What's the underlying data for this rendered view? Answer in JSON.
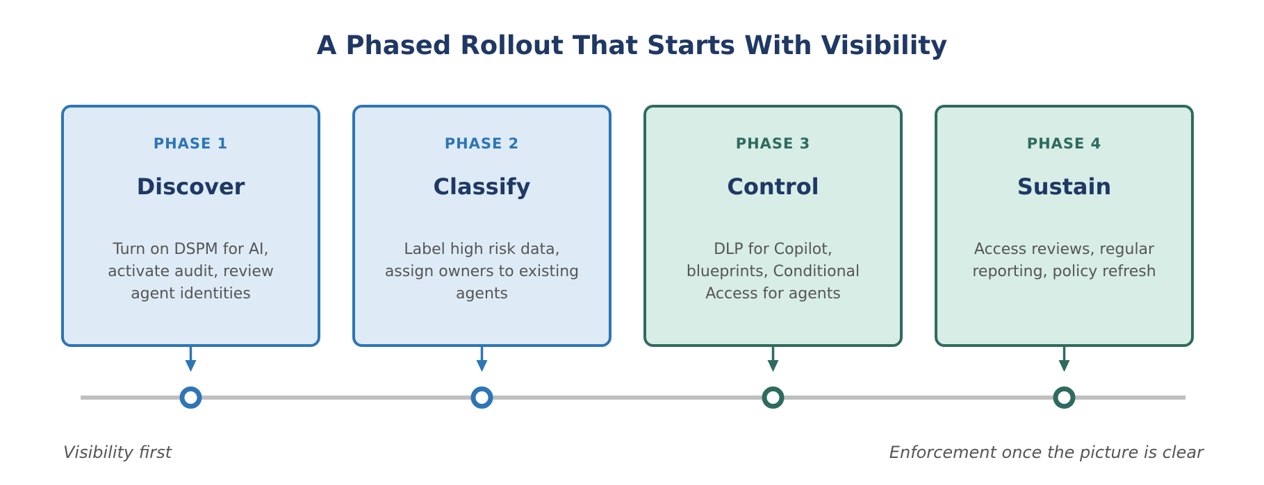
{
  "title": "A Phased Rollout That Starts With Visibility",
  "colors": {
    "blue": "#2e75b6",
    "blue_fill": "#deebf7",
    "green": "#2e6b5e",
    "green_fill": "#d7ede6",
    "timeline": "#bfbfbf",
    "title": "#1f3864",
    "body_text": "#555555"
  },
  "phases": [
    {
      "phase_label": "PHASE 1",
      "name": "Discover",
      "description": "Turn on DSPM for AI, activate audit, review agent identities",
      "color": "blue"
    },
    {
      "phase_label": "PHASE 2",
      "name": "Classify",
      "description": "Label high risk data, assign owners to existing agents",
      "color": "blue"
    },
    {
      "phase_label": "PHASE 3",
      "name": "Control",
      "description": "DLP for Copilot, blueprints, Conditional Access for agents",
      "color": "green"
    },
    {
      "phase_label": "PHASE 4",
      "name": "Sustain",
      "description": "Access reviews, regular reporting, policy refresh",
      "color": "green"
    }
  ],
  "captions": {
    "left": "Visibility first",
    "right": "Enforcement once the picture is clear"
  }
}
